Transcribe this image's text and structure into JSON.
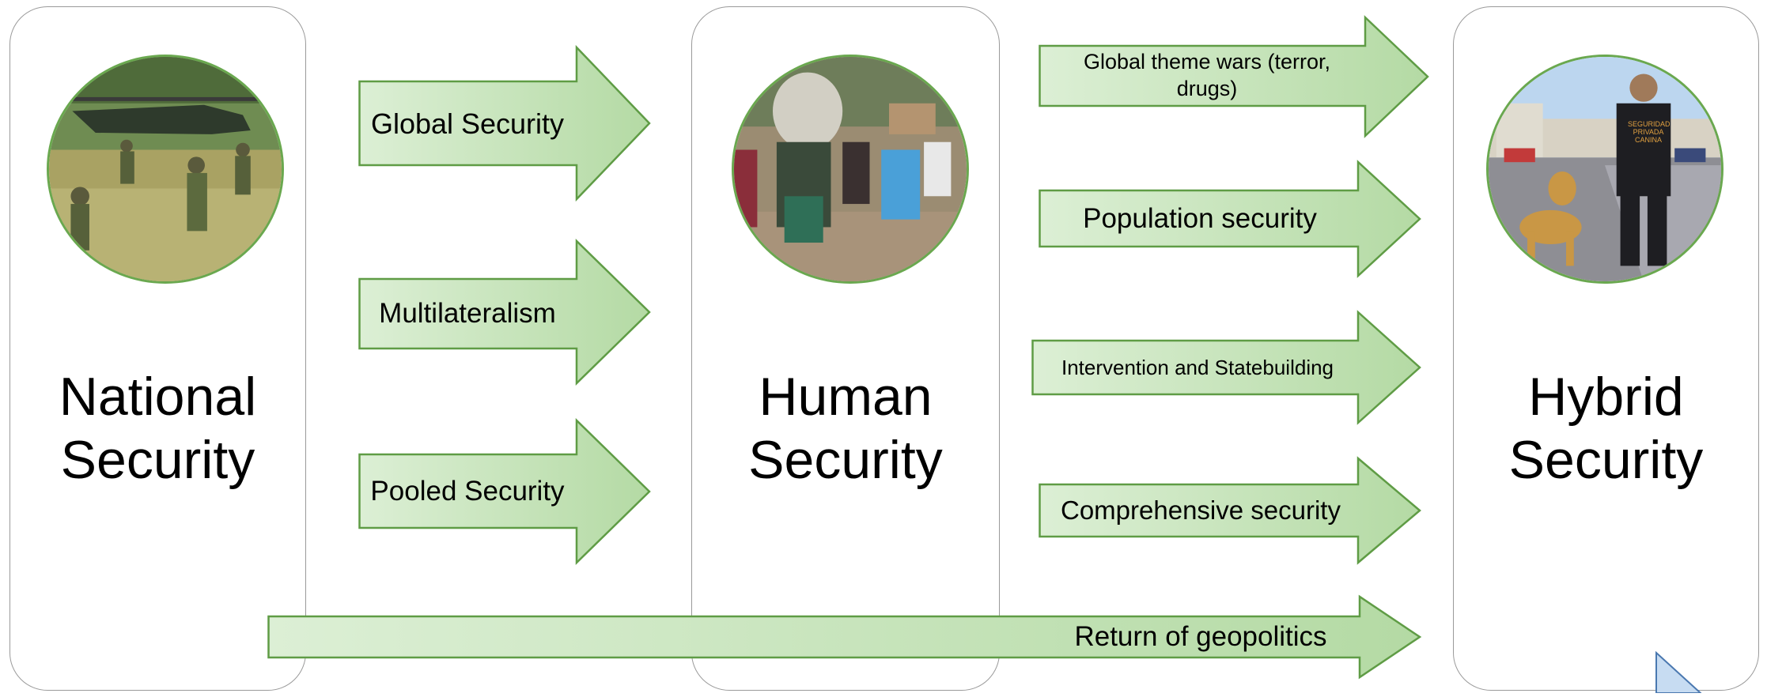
{
  "panels": {
    "national": {
      "title_line1": "National",
      "title_line2": "Security"
    },
    "human": {
      "title_line1": "Human",
      "title_line2": "Security"
    },
    "hybrid": {
      "title_line1": "Hybrid",
      "title_line2": "Security"
    }
  },
  "arrows": {
    "global_security": "Global  Security",
    "multilateralism": "Multilateralism",
    "pooled_security": "Pooled Security",
    "global_theme_wars": "Global theme wars (terror, drugs)",
    "population_security": "Population security",
    "intervention_statebuilding": "Intervention and Statebuilding",
    "comprehensive_security": "Comprehensive security",
    "return_of_geopolitics": "Return of geopolitics"
  },
  "photo_text": {
    "guard_badge_line1": "SEGURIDAD",
    "guard_badge_line2": "PRIVADA",
    "guard_badge_line3": "CANINA"
  },
  "colors": {
    "arrow_fill_start": "#d8ecd1",
    "arrow_fill_end": "#b7dba8",
    "arrow_stroke": "#5f9c45",
    "photo_border": "#6aa84f",
    "panel_border": "#9a9a9a"
  }
}
